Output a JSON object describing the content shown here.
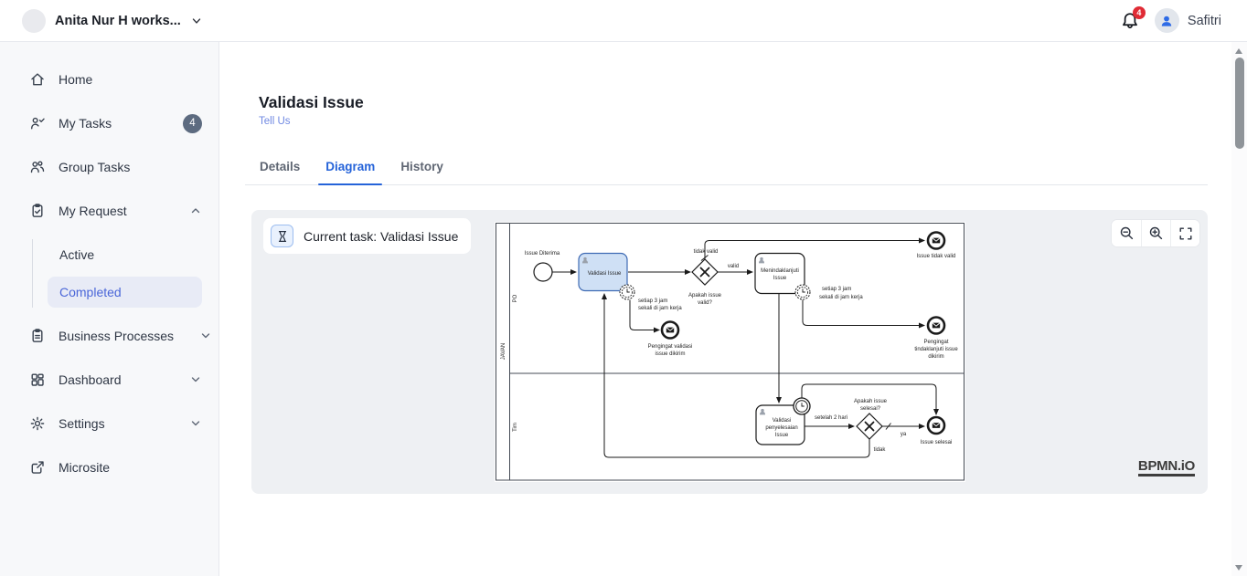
{
  "topbar": {
    "workspace_name": "Anita Nur H works...",
    "notification_count": "4",
    "user_name": "Safitri"
  },
  "sidebar": {
    "items": [
      {
        "label": "Home"
      },
      {
        "label": "My Tasks",
        "badge": "4"
      },
      {
        "label": "Group Tasks"
      },
      {
        "label": "My Request"
      },
      {
        "label": "Business Processes"
      },
      {
        "label": "Dashboard"
      },
      {
        "label": "Settings"
      },
      {
        "label": "Microsite"
      }
    ],
    "submenu": [
      {
        "label": "Active"
      },
      {
        "label": "Completed",
        "selected": true
      }
    ]
  },
  "main": {
    "title": "Validasi Issue",
    "link": "Tell Us",
    "tabs": [
      {
        "label": "Details"
      },
      {
        "label": "Diagram",
        "active": true
      },
      {
        "label": "History"
      }
    ],
    "current_task": "Current task: Validasi Issue",
    "logo": "BPMN.iO"
  },
  "diagram": {
    "pool": "JAVAN",
    "lanes": [
      "PO",
      "Tim"
    ],
    "labels": {
      "start": "Issue Diterima",
      "task1": "Validasi Issue",
      "timer1": [
        "setiap 3 jam",
        "sekali di jam kerja"
      ],
      "gateway1": [
        "Apakah issue",
        "valid?"
      ],
      "flow_invalid": "tidak valid",
      "flow_valid": "valid",
      "task2": [
        "Menindaklanjuti",
        "Issue"
      ],
      "timer2": [
        "setiap 3 jam",
        "sekali di jam kerja"
      ],
      "end_invalid": "Issue tidak valid",
      "end_reminder_followup": [
        "Pengingat",
        "tindaklanjuti issue",
        "dikirim"
      ],
      "end_reminder_validation": [
        "Pengingat validasi",
        "issue dikirim"
      ],
      "task3": [
        "Validasi",
        "penyelesaian",
        "Issue"
      ],
      "timer3": "setelah 2 hari",
      "gateway2": [
        "Apakah issue",
        "selesai?"
      ],
      "flow_yes": "ya",
      "flow_no": "tidak",
      "end_done": "Issue selesai"
    }
  },
  "colors": {
    "accent_blue": "#2563d9",
    "link_blue": "#6f88e2",
    "badge_red": "#e02b35",
    "selected_item_bg": "#e8ebf6",
    "current_task_fill": "#cfe0f5",
    "current_task_stroke": "#3f6bb4"
  }
}
